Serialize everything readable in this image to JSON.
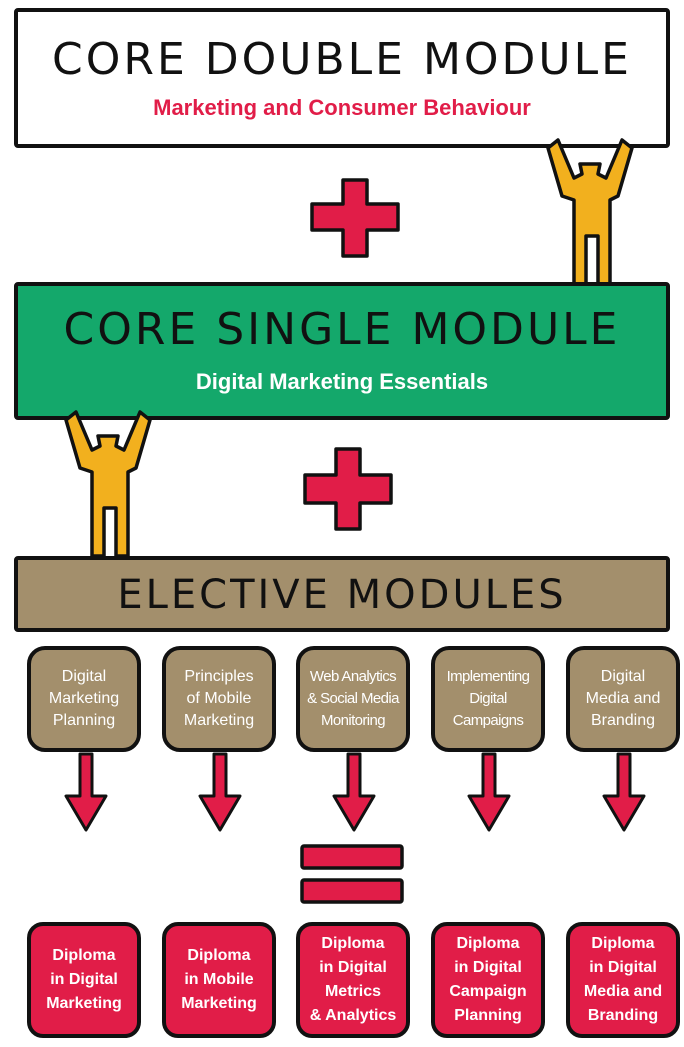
{
  "colors": {
    "accent_red": "#e11d48",
    "core_green": "#14a86b",
    "elective_khaki": "#a38f6c",
    "figure_yellow": "#f2b01e",
    "outline": "#111111"
  },
  "core_double": {
    "heading": "CORE DOUBLE MODULE",
    "subtitle": "Marketing and Consumer Behaviour"
  },
  "core_single": {
    "heading": "CORE SINGLE MODULE",
    "subtitle": "Digital Marketing Essentials"
  },
  "elective": {
    "heading": "ELECTIVE MODULES",
    "modules": [
      "Digital\nMarketing\nPlanning",
      "Principles\nof Mobile\nMarketing",
      "Web Analytics\n& Social Media\nMonitoring",
      "Implementing\nDigital\nCampaigns",
      "Digital\nMedia and\nBranding"
    ]
  },
  "diplomas": [
    "Diploma\nin Digital\nMarketing",
    "Diploma\nin Mobile\nMarketing",
    "Diploma\nin Digital\nMetrics\n& Analytics",
    "Diploma\nin Digital\nCampaign\nPlanning",
    "Diploma\nin Digital\nMedia and\nBranding"
  ],
  "icons": {
    "plus": "plus-icon",
    "equals": "equals-icon",
    "arrow": "arrow-down-icon",
    "figure": "person-lifting-icon"
  }
}
